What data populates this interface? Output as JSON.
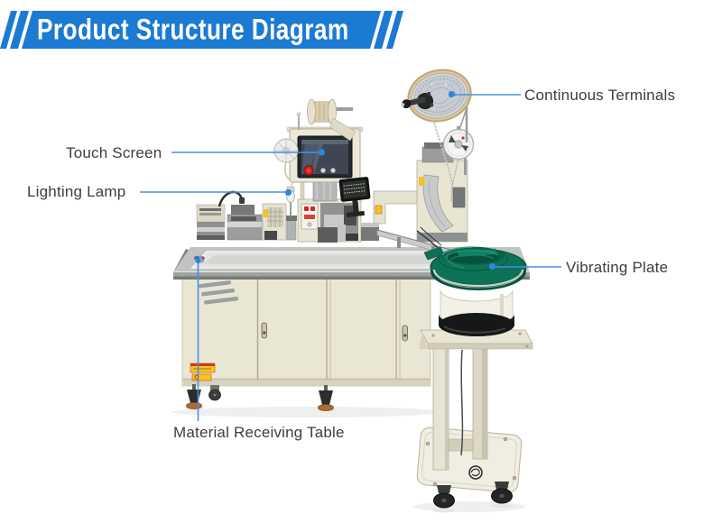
{
  "title_banner": {
    "title": "Product Structure Diagram"
  },
  "callouts": {
    "continuous_terminals": "Continuous Terminals",
    "touch_screen": "Touch Screen",
    "lighting_lamp": "Lighting Lamp",
    "vibrating_plate": "Vibrating Plate",
    "material_receiving_table": "Material Receiving Table"
  },
  "theme": {
    "banner_blue": "#1b7ad2",
    "banner_text": "#ffffff",
    "callout_blue": "#4a90e2",
    "dot_blue": "#2f86e0",
    "label_gray": "#3d3d3d",
    "machine_cream": "#eae6d4",
    "bowl_green": "#0c7157",
    "steel_gray": "#dfe1de",
    "warning_yellow": "#f2c41e",
    "background": "#ffffff"
  }
}
